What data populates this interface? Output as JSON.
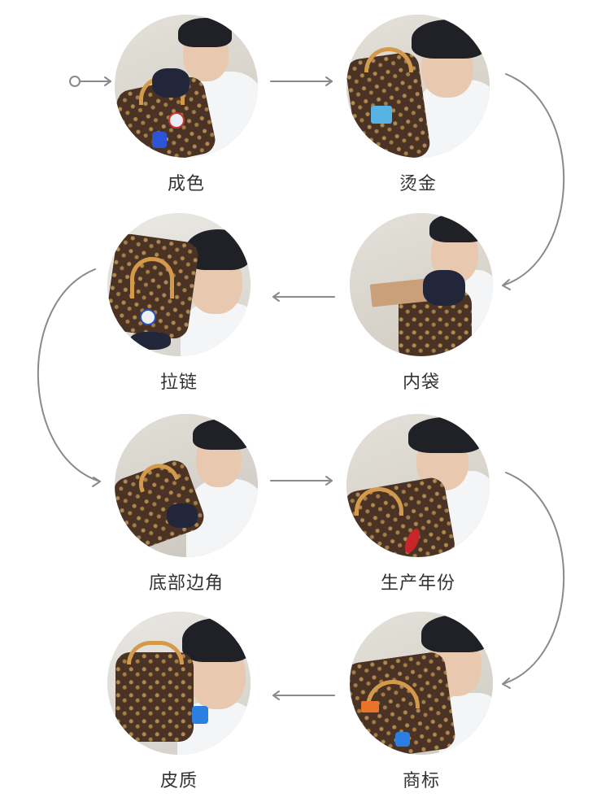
{
  "diagram": {
    "type": "process-flow",
    "line_color": "#8a8a8a",
    "label_color": "#333333",
    "steps": [
      {
        "index": 1,
        "label": "成色"
      },
      {
        "index": 2,
        "label": "烫金"
      },
      {
        "index": 3,
        "label": "内袋"
      },
      {
        "index": 4,
        "label": "拉链"
      },
      {
        "index": 5,
        "label": "底部边角"
      },
      {
        "index": 6,
        "label": "生产年份"
      },
      {
        "index": 7,
        "label": "商标"
      },
      {
        "index": 8,
        "label": "皮质"
      }
    ],
    "connectors": [
      {
        "from": "start",
        "to": 1,
        "shape": "straight-arrow-with-start-circle"
      },
      {
        "from": 1,
        "to": 2,
        "shape": "straight-arrow-right"
      },
      {
        "from": 2,
        "to": 3,
        "shape": "curved-arrow-right-side"
      },
      {
        "from": 3,
        "to": 4,
        "shape": "straight-arrow-left"
      },
      {
        "from": 4,
        "to": 5,
        "shape": "curved-arrow-left-side"
      },
      {
        "from": 5,
        "to": 6,
        "shape": "straight-arrow-right"
      },
      {
        "from": 6,
        "to": 7,
        "shape": "curved-arrow-right-side"
      },
      {
        "from": 7,
        "to": 8,
        "shape": "straight-arrow-left"
      }
    ]
  }
}
